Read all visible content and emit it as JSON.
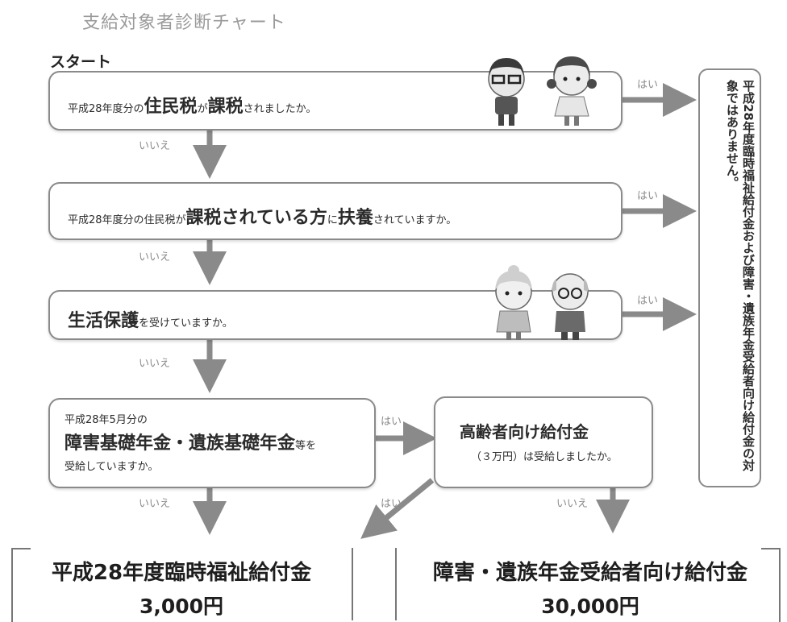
{
  "title": "支給対象者診断チャート",
  "start_label": "スタート",
  "q1": {
    "pre": "平成28年度分の",
    "big1": "住民税",
    "mid": "が",
    "big2": "課税",
    "post": "されましたか。"
  },
  "q2": {
    "pre": "平成28年度分の住民税が",
    "big1": "課税されている方",
    "mid": "に",
    "big2": "扶養",
    "post": "されていますか。"
  },
  "q3": {
    "big": "生活保護",
    "post": "を受けていますか。"
  },
  "q4": {
    "line1": "平成28年5月分の",
    "big": "障害基礎年金・遺族基礎年金",
    "suffix": "等を",
    "line3": "受給していますか。"
  },
  "q5": {
    "big": "高齢者向け給付金",
    "sub": "（３万円）は受給しましたか。"
  },
  "labels": {
    "yes": "はい",
    "no": "いいえ"
  },
  "side_text": "平成28年度臨時福祉給付金および障害・遺族年金受給者向け給付金の対象ではありません。",
  "result_left": {
    "name": "平成28年度臨時福祉給付金",
    "amount": "3,000円"
  },
  "result_right": {
    "name": "障害・遺族年金受給者向け給付金",
    "amount": "30,000円"
  },
  "colors": {
    "arrow": "#8a8a8a",
    "border": "#8a8a8a"
  }
}
